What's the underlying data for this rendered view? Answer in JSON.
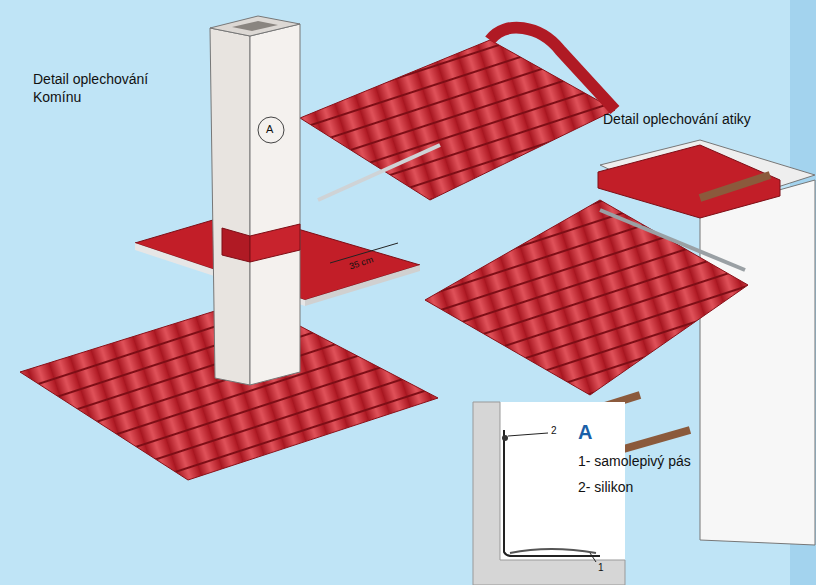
{
  "diagram": {
    "labels": [
      "Detail oplechování Komínu",
      "A",
      "35 cm",
      "Detail oplechování atiky",
      "2",
      "1",
      "A",
      "1- samolepivý pás",
      "2- silikon"
    ]
  }
}
